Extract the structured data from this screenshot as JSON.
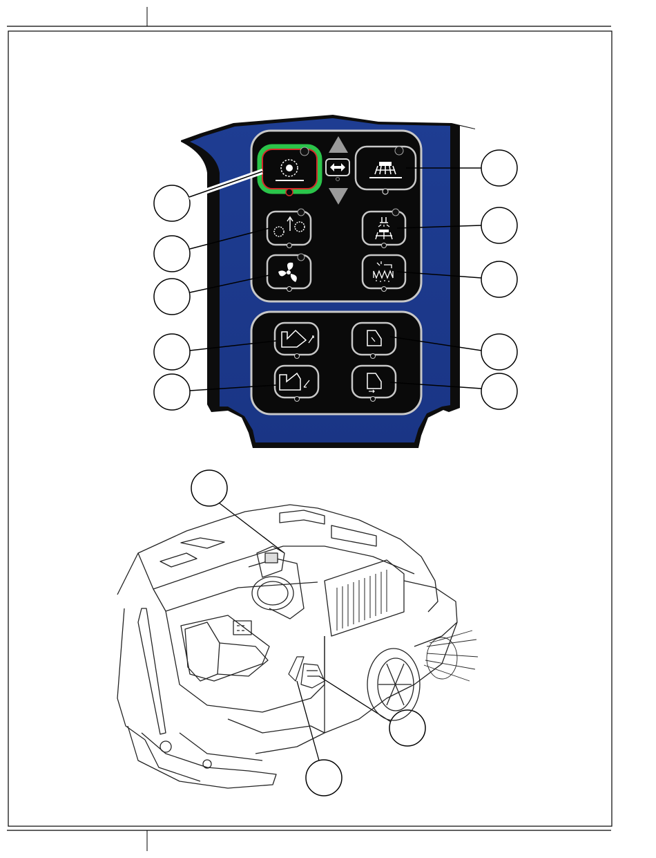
{
  "page": {
    "header_left_text": "",
    "header_right_text": "",
    "footer_left_text": "",
    "footer_right_text": ""
  },
  "panel": {
    "colors": {
      "panel_blue": "#1c3a8c",
      "panel_black": "#0d0d0d",
      "key_border": "#c8c8c8",
      "active_ring": "#2bc44a",
      "active_inner": "#d42a2a"
    },
    "center_controls": [
      "up-arrow-icon",
      "left-right-arrows-icon",
      "down-arrow-icon"
    ],
    "top_group": [
      {
        "id": "main-brush",
        "icon": "main-brush-icon",
        "active": true
      },
      {
        "id": "side-brush",
        "icon": "side-brush-icon",
        "active": false
      },
      {
        "id": "brush-pressure",
        "icon": "brush-pressure-icon",
        "active": false
      },
      {
        "id": "dust-control-spray",
        "icon": "spray-brush-icon",
        "active": false
      },
      {
        "id": "vacuum-fan",
        "icon": "fan-icon",
        "active": false
      },
      {
        "id": "filter-shaker",
        "icon": "filter-shaker-icon",
        "active": false
      }
    ],
    "bottom_group": [
      {
        "id": "hopper-raise",
        "icon": "hopper-raise-icon"
      },
      {
        "id": "hopper-door-open",
        "icon": "hopper-door-open-icon"
      },
      {
        "id": "hopper-lower",
        "icon": "hopper-lower-icon"
      },
      {
        "id": "hopper-door-close",
        "icon": "hopper-door-close-icon"
      }
    ]
  },
  "machine": {
    "illustration": "floor-scrubber-sweeper-illustration-icon"
  }
}
